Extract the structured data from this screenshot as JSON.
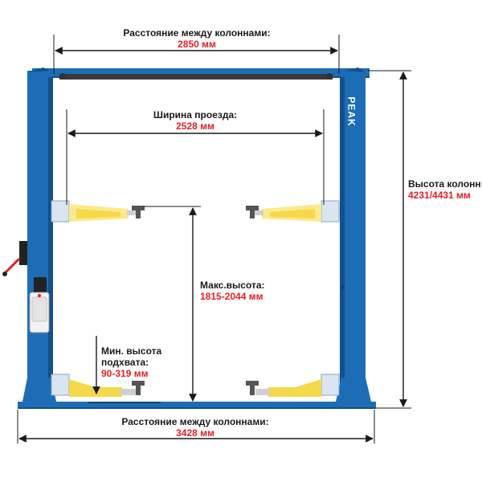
{
  "labels": {
    "column_distance_top": {
      "title": "Расстояние между колоннами:",
      "value": "2850 мм"
    },
    "drive_width": {
      "title": "Ширина проезда:",
      "value": "2528 мм"
    },
    "column_height": {
      "title": "Высота колонн:",
      "value": "4231/4431 мм"
    },
    "max_height": {
      "title": "Макс.высота:",
      "value": "1815-2044 мм"
    },
    "min_pickup_height": {
      "title_line1": "Мин. высота",
      "title_line2": "подхвата:",
      "value": "90-319 мм"
    },
    "column_distance_bottom": {
      "title": "Расстояние между колоннами:",
      "value": "3428 мм"
    }
  },
  "brand": {
    "name": "PEAK"
  },
  "colors": {
    "column_blue": "#1c6db5",
    "column_dark": "#14508a",
    "arm_yellow": "#f5d94a",
    "arm_light": "#fbe98c",
    "accent_red": "#e31e24",
    "dimension_black": "#1a1a1a"
  }
}
